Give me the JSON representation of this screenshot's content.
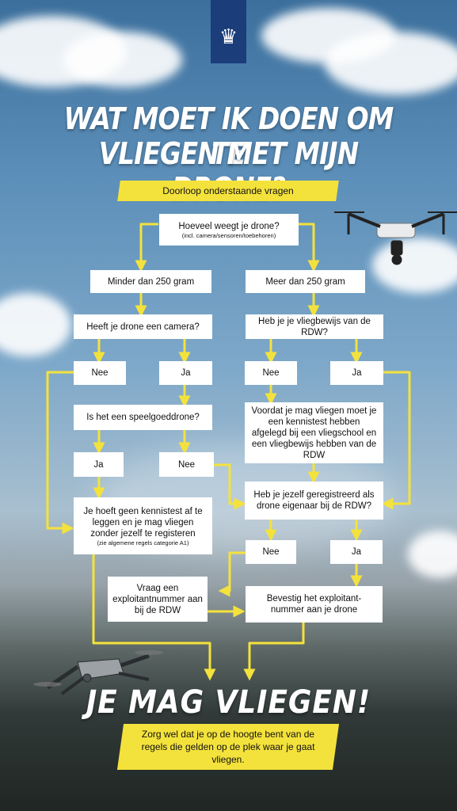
{
  "logo": {
    "icon": "crown-coat-of-arms-icon",
    "color": "#1b3d7a"
  },
  "title": {
    "line1": "WAT MOET IK DOEN OM TE",
    "line2": "VLIEGEN MET MIJN DRONE?"
  },
  "intro_banner": "Doorloop onderstaande vragen",
  "nodes": {
    "weight_q": {
      "text": "Hoeveel weegt je drone?",
      "sub": "(incl. camera/sensoren/toebehoren)"
    },
    "under_250": "Minder dan 250 gram",
    "over_250": "Meer dan 250 gram",
    "camera_q": "Heeft je drone een camera?",
    "license_q": "Heb je je vliegbewijs van de RDW?",
    "cam_nee": "Nee",
    "cam_ja": "Ja",
    "lic_nee": "Nee",
    "lic_ja": "Ja",
    "toy_q": "Is het een speelgoeddrone?",
    "must_license": "Voordat je mag vliegen moet je een kennistest hebben afgelegd bij een vliegschool en een vliegbewijs hebben van de RDW",
    "toy_ja": "Ja",
    "toy_nee": "Nee",
    "registered_q": "Heb je jezelf geregistreerd als drone eigenaar bij de RDW?",
    "no_test": {
      "text": "Je hoeft geen kennistest af te leggen en je mag vliegen zonder jezelf te registeren",
      "sub": "(zie algemene regels categorie A1)"
    },
    "reg_nee": "Nee",
    "reg_ja": "Ja",
    "request_number": "Vraag een exploitantnummer aan bij de RDW",
    "attach_number": "Bevestig het exploitant-nummer aan je drone"
  },
  "result": "JE MAG VLIEGEN!",
  "footer_banner": "Zorg wel dat je op de hoogte bent van de regels die gelden op de plek waar je gaat vliegen.",
  "colors": {
    "accent": "#f4e23c",
    "box": "#ffffff",
    "text": "#111111"
  }
}
